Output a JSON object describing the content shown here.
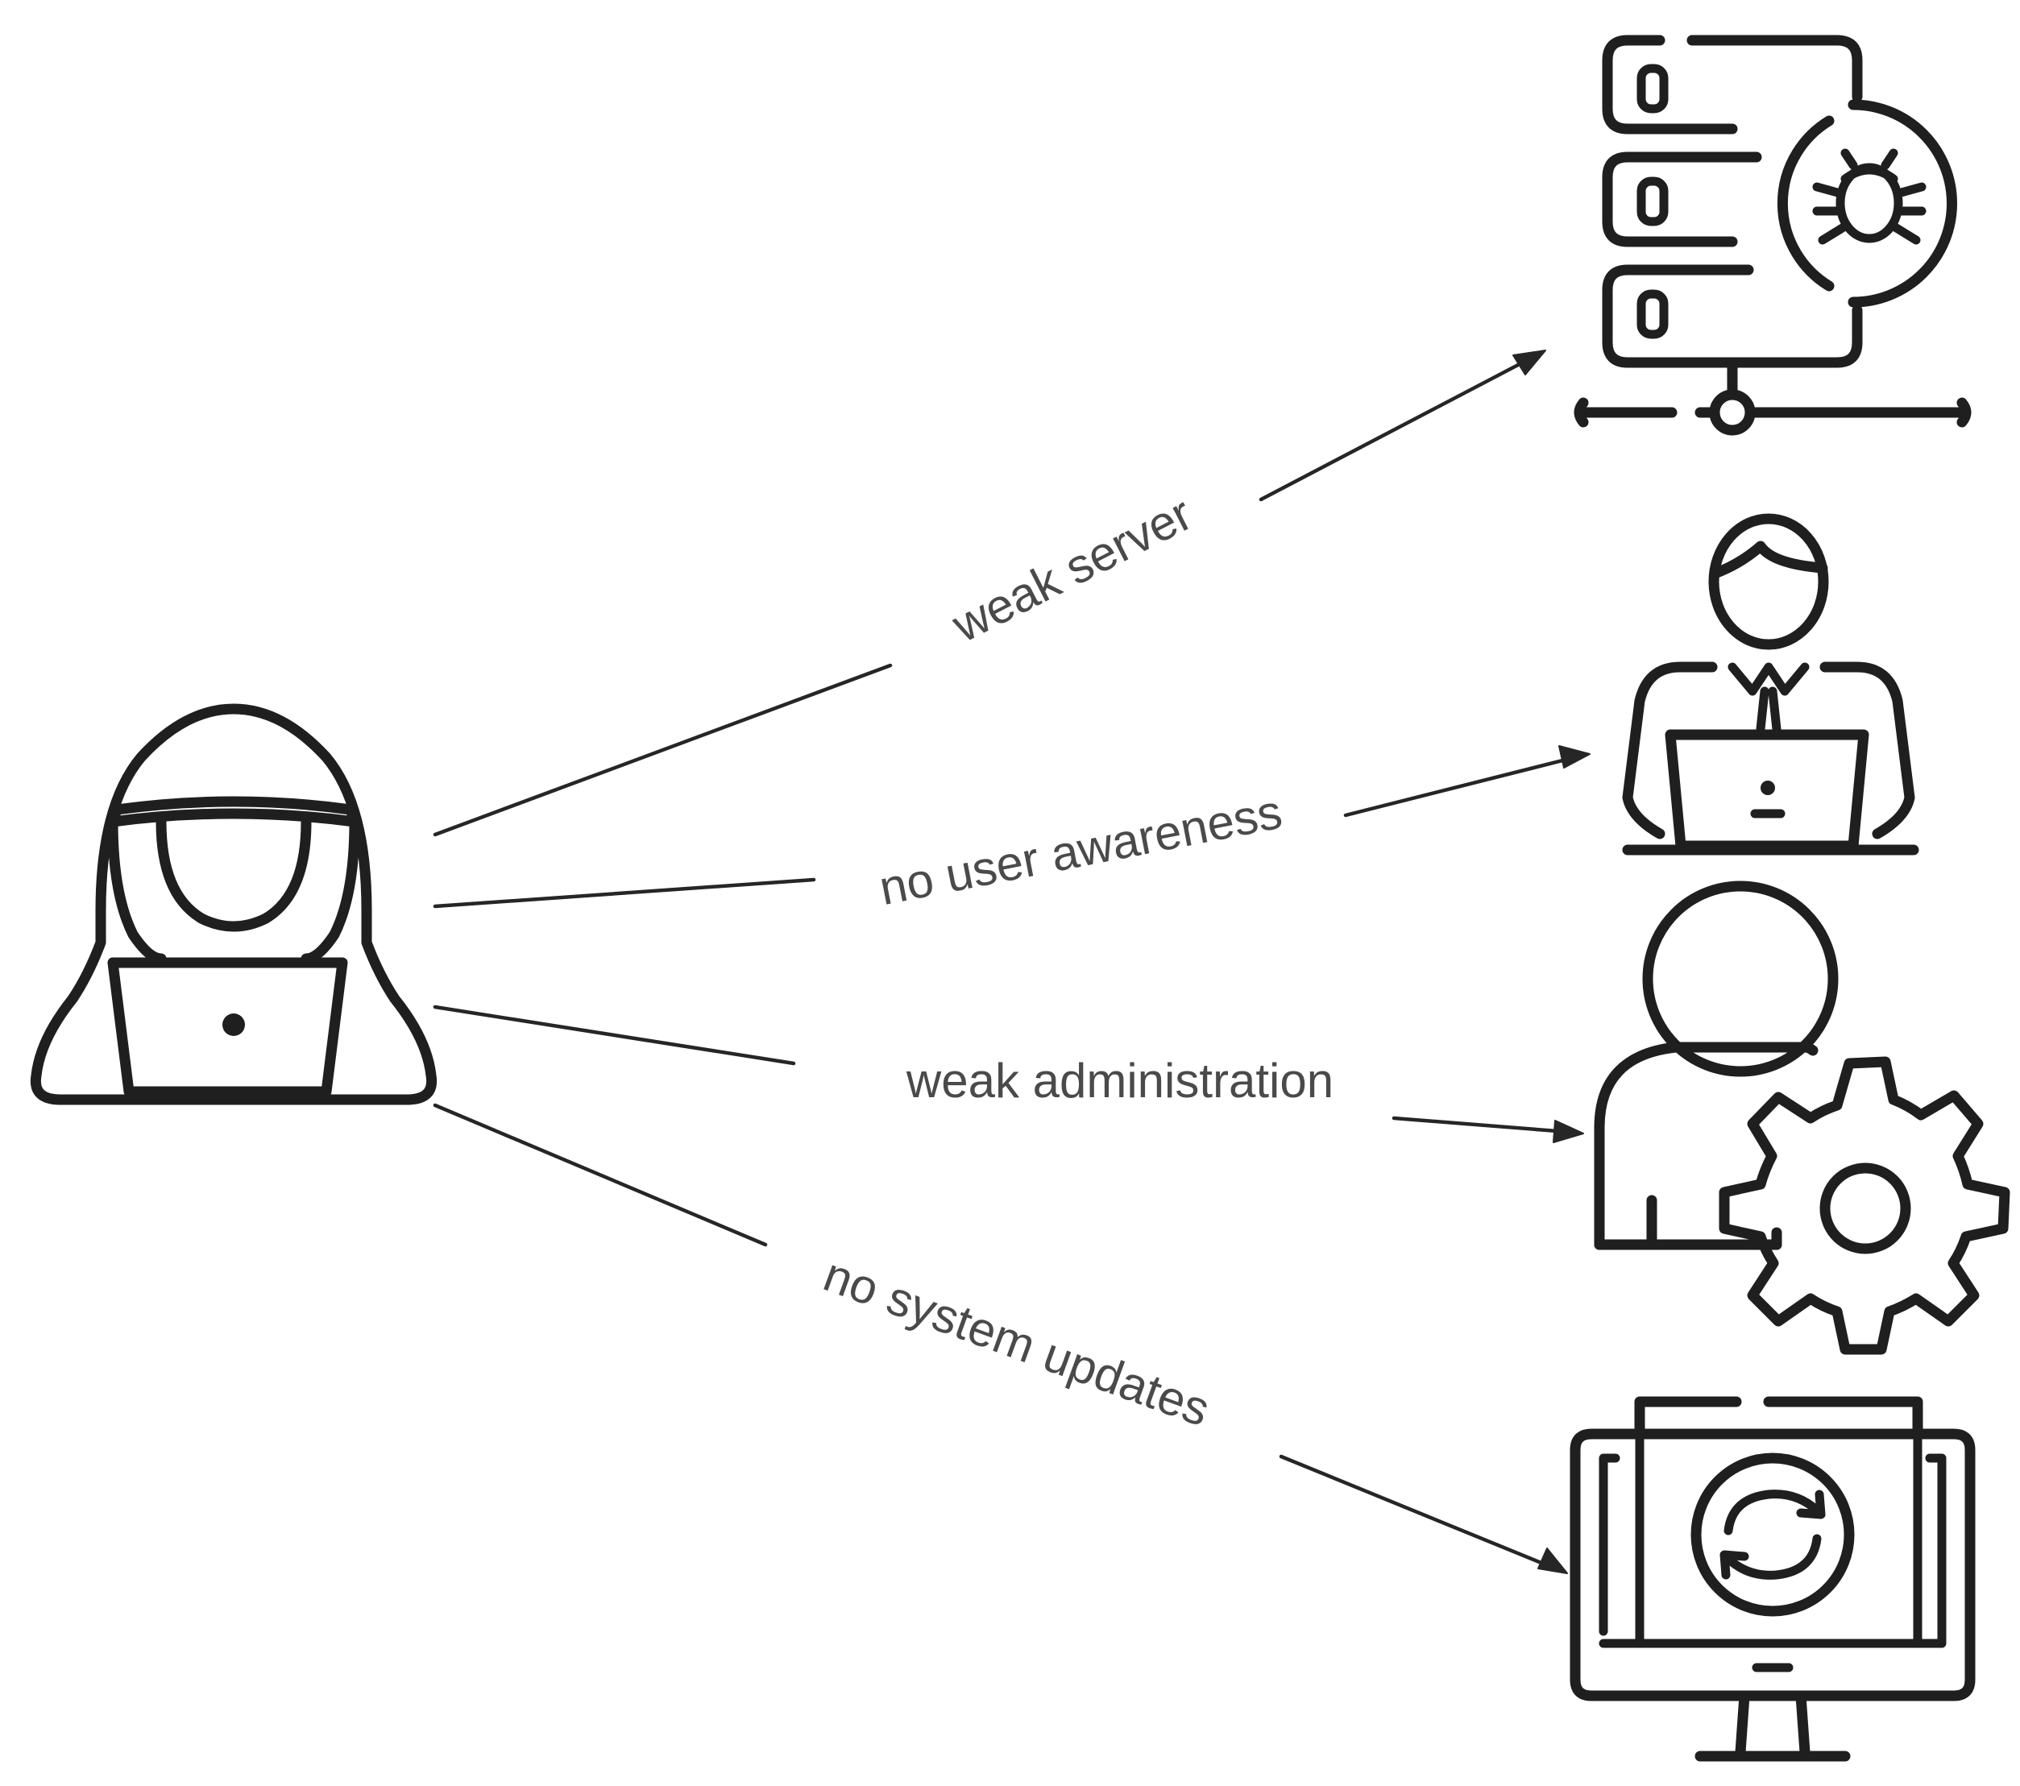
{
  "diagram": {
    "source": {
      "icon": "hacker-icon"
    },
    "edges": [
      {
        "label": "weak server",
        "target_icon": "server-bug-icon"
      },
      {
        "label": "no user awareness",
        "target_icon": "user-laptop-icon"
      },
      {
        "label": "weak administration",
        "target_icon": "admin-gear-icon"
      },
      {
        "label": "no system updates",
        "target_icon": "monitor-update-icon"
      }
    ]
  },
  "colors": {
    "stroke": "#1f1f1f",
    "label": "#4a4a4a",
    "background": "#ffffff"
  }
}
